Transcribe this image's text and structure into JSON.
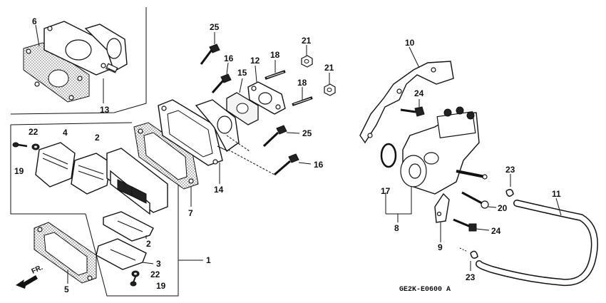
{
  "diagram": {
    "code": "GE2K-E0600 A",
    "direction": "FR.",
    "callouts": [
      {
        "id": "c6",
        "text": "6"
      },
      {
        "id": "c13",
        "text": "13"
      },
      {
        "id": "c25a",
        "text": "25"
      },
      {
        "id": "c16a",
        "text": "16"
      },
      {
        "id": "c15",
        "text": "15"
      },
      {
        "id": "c12",
        "text": "12"
      },
      {
        "id": "c18a",
        "text": "18"
      },
      {
        "id": "c21a",
        "text": "21"
      },
      {
        "id": "c21b",
        "text": "21"
      },
      {
        "id": "c18b",
        "text": "18"
      },
      {
        "id": "c25b",
        "text": "25"
      },
      {
        "id": "c16b",
        "text": "16"
      },
      {
        "id": "c14",
        "text": "14"
      },
      {
        "id": "c7",
        "text": "7"
      },
      {
        "id": "c22a",
        "text": "22"
      },
      {
        "id": "c4",
        "text": "4"
      },
      {
        "id": "c2a",
        "text": "2"
      },
      {
        "id": "c19a",
        "text": "19"
      },
      {
        "id": "c1",
        "text": "1"
      },
      {
        "id": "c2b",
        "text": "2"
      },
      {
        "id": "c3",
        "text": "3"
      },
      {
        "id": "c22b",
        "text": "22"
      },
      {
        "id": "c19b",
        "text": "19"
      },
      {
        "id": "c5",
        "text": "5"
      },
      {
        "id": "c10",
        "text": "10"
      },
      {
        "id": "c24a",
        "text": "24"
      },
      {
        "id": "c17",
        "text": "17"
      },
      {
        "id": "c8",
        "text": "8"
      },
      {
        "id": "c23a",
        "text": "23"
      },
      {
        "id": "c20",
        "text": "20"
      },
      {
        "id": "c11",
        "text": "11"
      },
      {
        "id": "c24b",
        "text": "24"
      },
      {
        "id": "c9",
        "text": "9"
      },
      {
        "id": "c23b",
        "text": "23"
      }
    ]
  }
}
